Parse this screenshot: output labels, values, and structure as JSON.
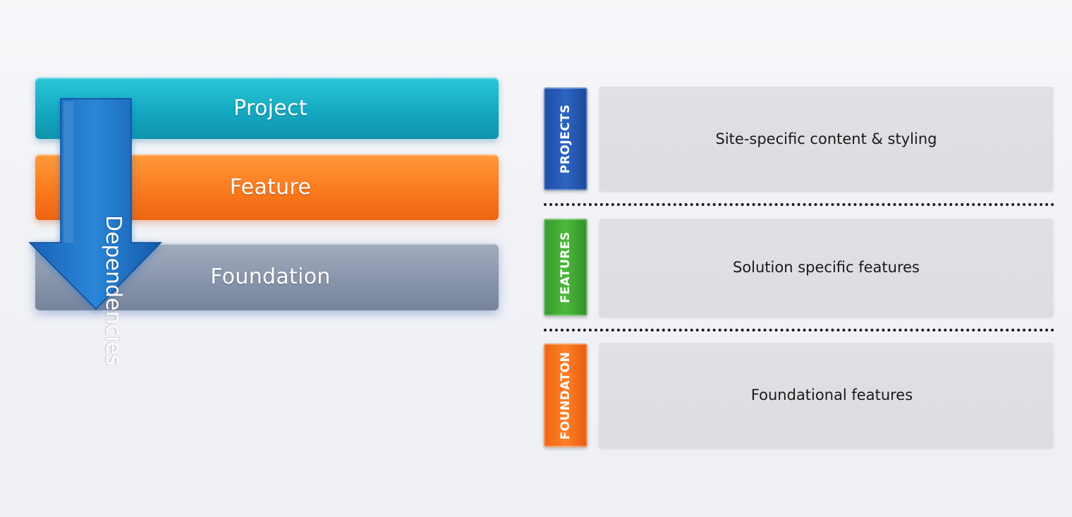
{
  "layers": {
    "project": "Project",
    "feature": "Feature",
    "foundation": "Foundation"
  },
  "arrow": {
    "label": "Dependencies"
  },
  "tags": {
    "projects": "PROJECTS",
    "features": "FEATURES",
    "foundation": "FOUNDATON"
  },
  "panels": {
    "projects": "Site-specific content & styling",
    "features": "Solution specific features",
    "foundation": "Foundational features"
  },
  "colors": {
    "project": "#15a9c1",
    "feature": "#fa7a1e",
    "foundation": "#8995ab",
    "arrow": "#1f6fc4",
    "tag_projects": "#2d64c2",
    "tag_features": "#4cb83a",
    "tag_foundation": "#ff7f26"
  }
}
